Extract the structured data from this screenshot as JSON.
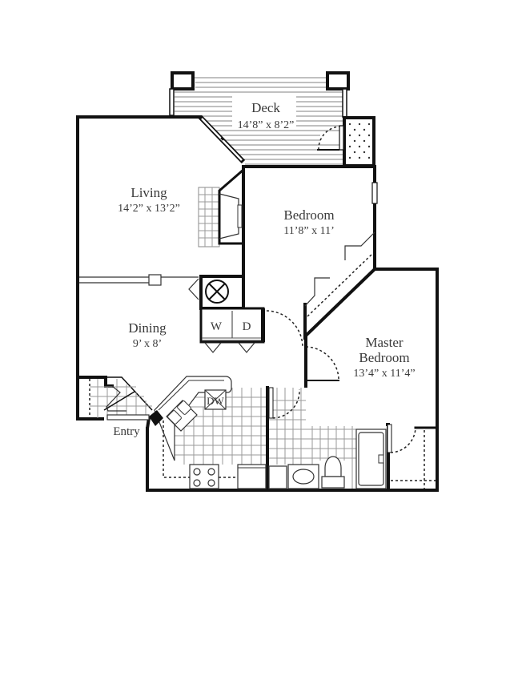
{
  "floorplan": {
    "rooms": [
      {
        "id": "deck",
        "name": "Deck",
        "dimensions": "14’8” x 8’2”"
      },
      {
        "id": "living",
        "name": "Living",
        "dimensions": "14’2” x 13’2”"
      },
      {
        "id": "bedroom",
        "name": "Bedroom",
        "dimensions": "11’8” x 11’"
      },
      {
        "id": "dining",
        "name": "Dining",
        "dimensions": "9’ x 8’"
      },
      {
        "id": "master",
        "name_line1": "Master",
        "name_line2": "Bedroom",
        "dimensions": "13’4” x 11’4”"
      }
    ],
    "labels": {
      "entry": "Entry",
      "washer": "W",
      "dryer": "D",
      "dishwasher": "DW"
    },
    "colors": {
      "wall": "#111111",
      "text": "#3a3a3a",
      "grid": "#9a9a9a",
      "background": "#ffffff"
    }
  }
}
